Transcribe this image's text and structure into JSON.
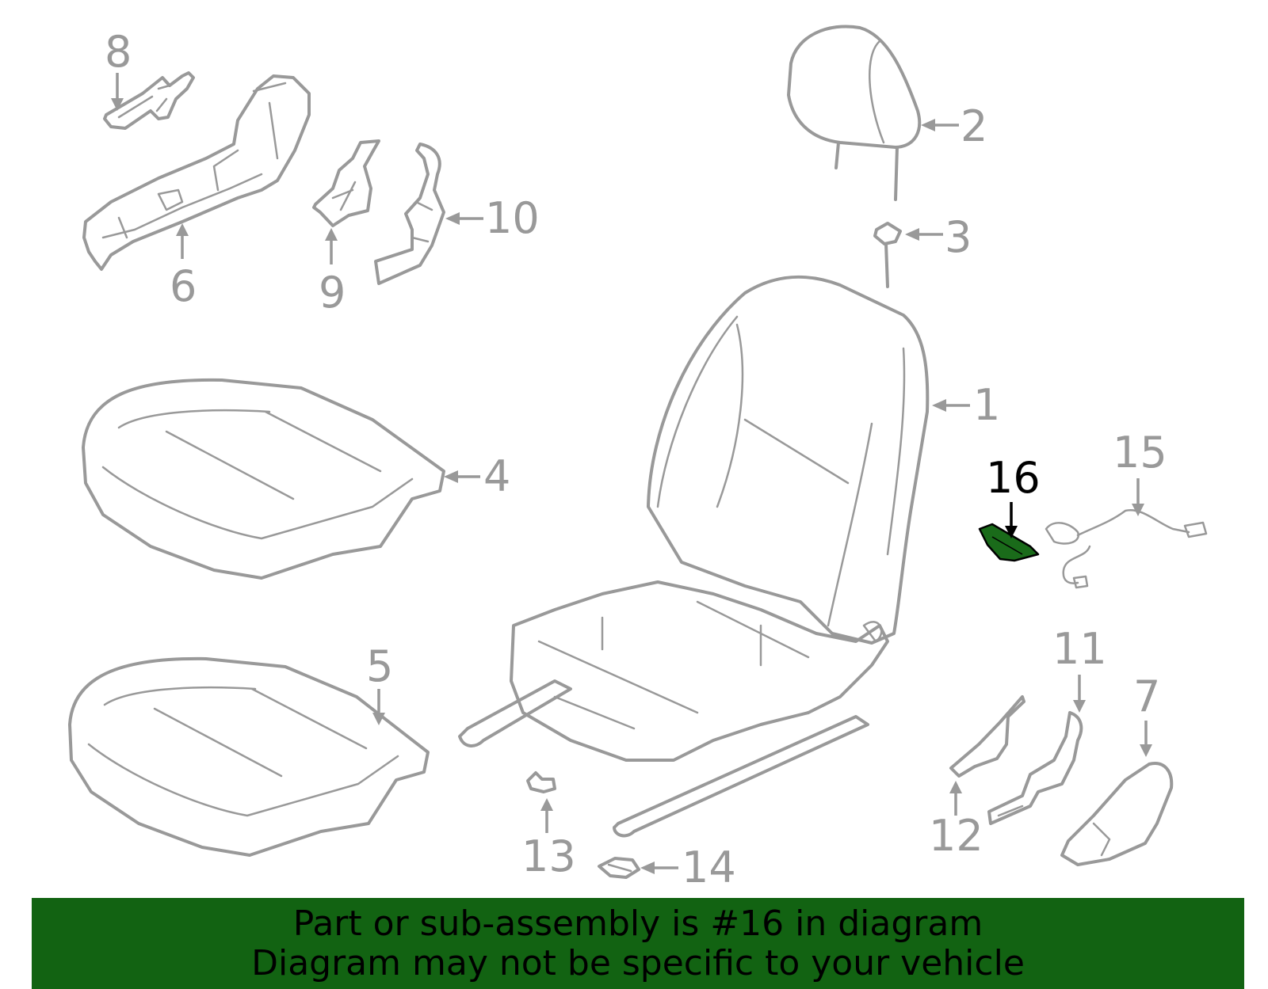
{
  "colors": {
    "part_stroke": "#999999",
    "highlight_fill": "#1a6b1a",
    "highlight_label": "#000000",
    "banner_background": "#126312",
    "banner_text": "#000000"
  },
  "highlighted_part": "16",
  "callouts": {
    "c1": "1",
    "c2": "2",
    "c3": "3",
    "c4": "4",
    "c5": "5",
    "c6": "6",
    "c7": "7",
    "c8": "8",
    "c9": "9",
    "c10": "10",
    "c11": "11",
    "c12": "12",
    "c13": "13",
    "c14": "14",
    "c15": "15",
    "c16": "16"
  },
  "banner": {
    "line1": "Part or sub-assembly is #16 in diagram",
    "line2": "Diagram may not be specific to your vehicle"
  }
}
